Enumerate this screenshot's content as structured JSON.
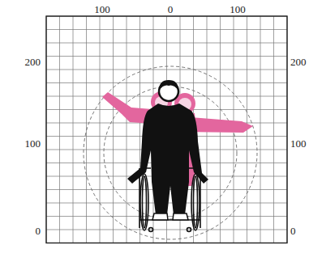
{
  "diagram": {
    "labels": [
      "100",
      "0",
      "100",
      "200",
      "100",
      "0",
      "200",
      "100",
      "0"
    ]
  }
}
